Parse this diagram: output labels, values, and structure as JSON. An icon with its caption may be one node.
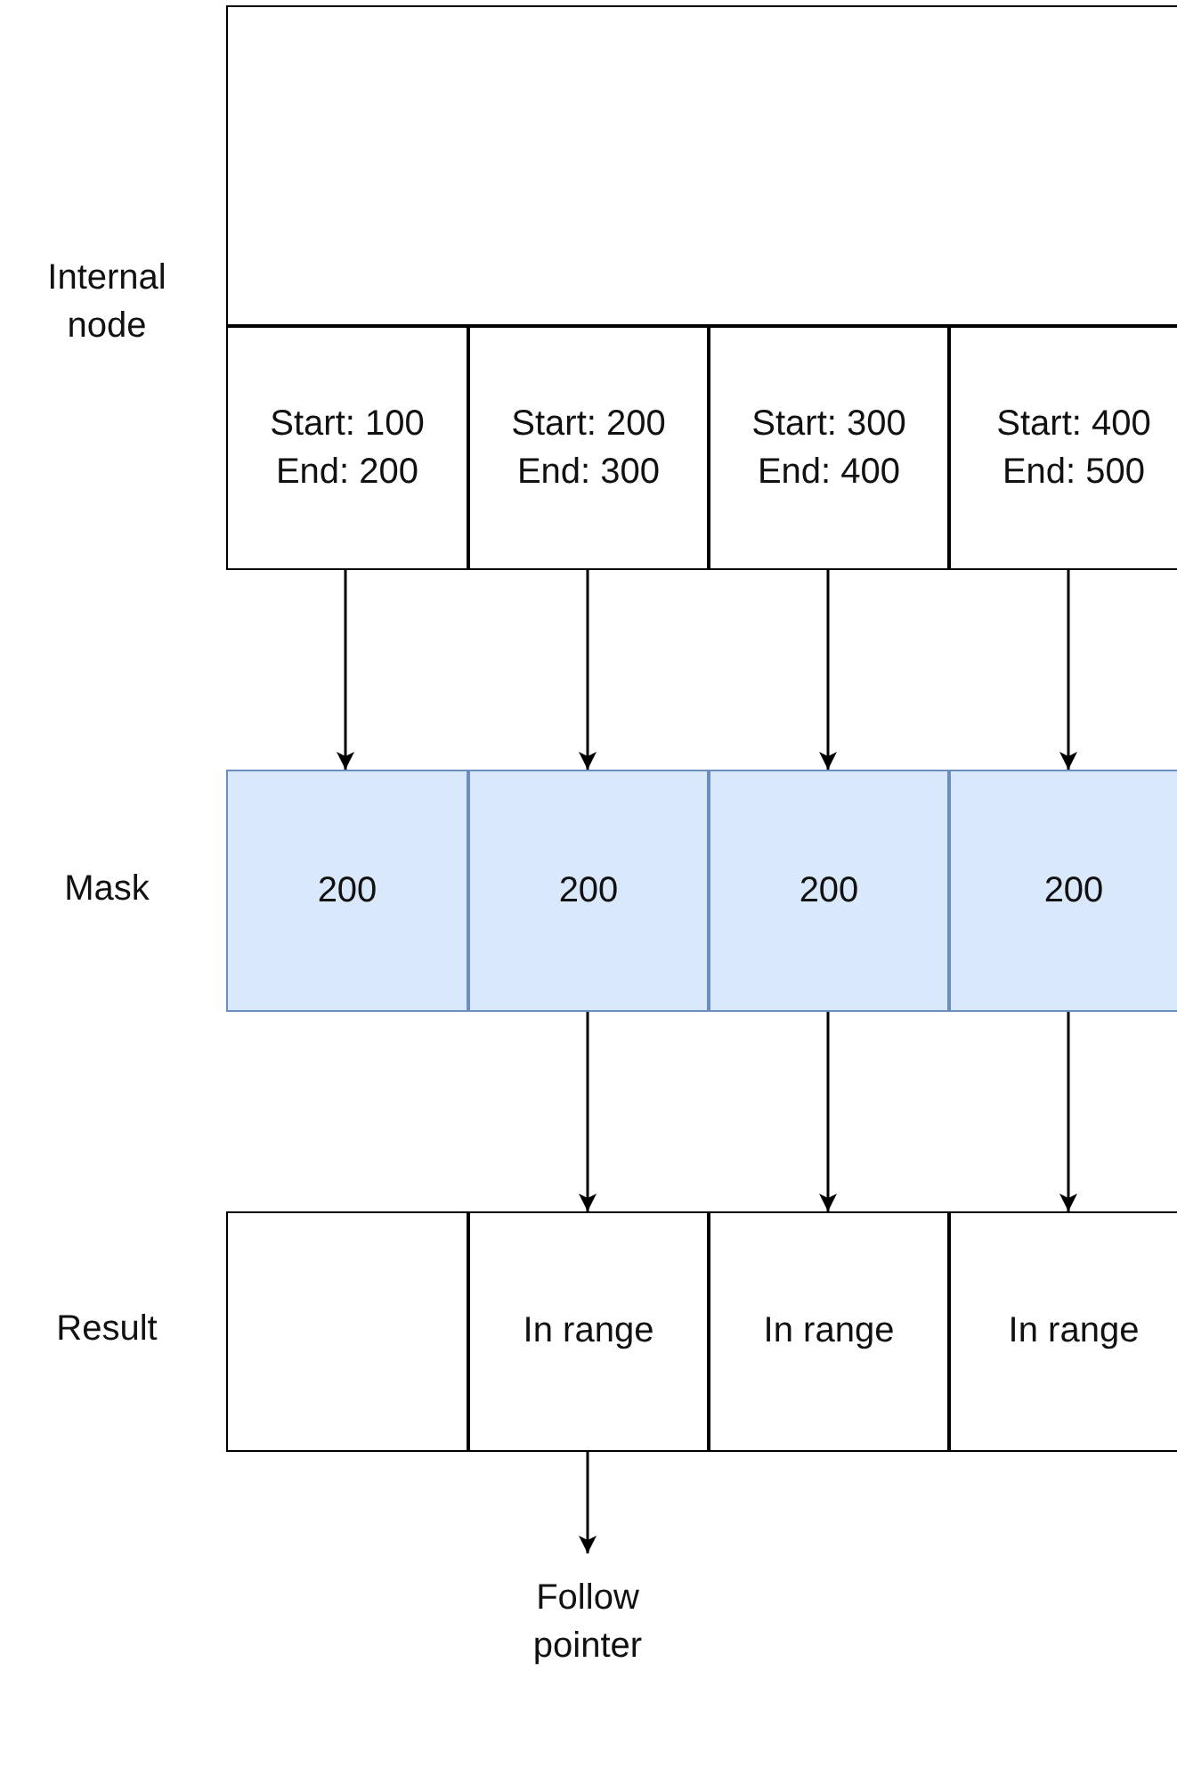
{
  "diagram": {
    "nodes": [
      {
        "text": [],
        "shape": "box"
      },
      {
        "text": [
          "Start: 100 End: 200"
        ]
      },
      {
        "text": [
          "Start: 200 End: 300"
        ]
      },
      {
        "text": [
          "Start: 300 End: 400"
        ]
      },
      {
        "text": [
          "Start: 400 End: 500"
        ]
      },
      {
        "text": [
          "200"
        ]
      },
      {
        "text": [
          "200"
        ]
      },
      {
        "text": [
          "200"
        ]
      },
      {
        "text": [
          "200"
        ]
      },
      {
        "text": [],
        "shape": "box"
      },
      {
        "text": [
          "In range"
        ]
      },
      {
        "text": [
          "In range"
        ]
      },
      {
        "text": [
          "In range"
        ]
      },
      {
        "text": [
          "Follow pointer"
        ]
      }
    ],
    "edges": [
      {
        "from": 1,
        "to": 5,
        "arrow": "to"
      },
      {
        "from": 2,
        "to": 6,
        "arrow": "to"
      },
      {
        "from": 3,
        "to": 7,
        "arrow": "to"
      },
      {
        "from": 4,
        "to": 8,
        "arrow": "to"
      },
      {
        "from": 6,
        "to": 10,
        "arrow": "to"
      },
      {
        "from": 7,
        "to": 11,
        "arrow": "to"
      },
      {
        "from": 8,
        "to": 12,
        "arrow": "to"
      },
      {
        "from": 10,
        "to": 13,
        "arrow": "to"
      }
    ],
    "labels": [
      "Internal node",
      "Mask",
      "Result"
    ]
  }
}
